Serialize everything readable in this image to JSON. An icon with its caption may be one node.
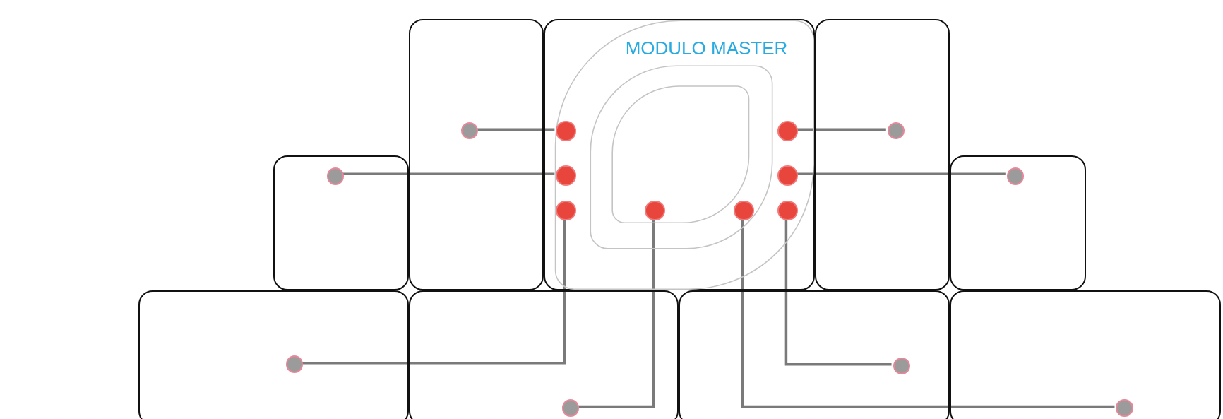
{
  "diagram": {
    "nodes": [
      {
        "text": [],
        "shape": "box"
      },
      {
        "text": [
          "MODULO MASTER"
        ]
      },
      {
        "text": [],
        "shape": "box"
      },
      {
        "text": [],
        "shape": "box"
      },
      {
        "text": [],
        "shape": "box"
      },
      {
        "text": [],
        "shape": "box"
      },
      {
        "text": [],
        "shape": "box"
      },
      {
        "text": [],
        "shape": "box"
      },
      {
        "text": [],
        "shape": "box"
      },
      {
        "text": [],
        "shape": "circle",
        "in": 1
      },
      {
        "text": [],
        "shape": "circle",
        "in": 1
      },
      {
        "text": [],
        "shape": "circle",
        "in": 1
      },
      {
        "text": [],
        "shape": "circle",
        "in": 1
      },
      {
        "text": [],
        "shape": "circle",
        "in": 1
      },
      {
        "text": [],
        "shape": "circle",
        "in": 1
      },
      {
        "text": [],
        "shape": "circle",
        "in": 1
      },
      {
        "text": [],
        "shape": "circle",
        "in": 1
      },
      {
        "text": [],
        "shape": "circle",
        "in": 0
      },
      {
        "text": [],
        "shape": "circle",
        "in": 3
      },
      {
        "text": [],
        "shape": "circle",
        "in": 5
      },
      {
        "text": [],
        "shape": "circle",
        "in": 6
      },
      {
        "text": [],
        "shape": "circle",
        "in": 2
      },
      {
        "text": [],
        "shape": "circle",
        "in": 4
      },
      {
        "text": [],
        "shape": "circle",
        "in": 7
      },
      {
        "text": [],
        "shape": "circle",
        "in": 8
      }
    ],
    "edges": [
      {
        "from": 9,
        "to": 17,
        "arrow": "none"
      },
      {
        "from": 10,
        "to": 18,
        "arrow": "none"
      },
      {
        "from": 11,
        "to": 19,
        "arrow": "none"
      },
      {
        "from": 12,
        "to": 20,
        "arrow": "none"
      },
      {
        "from": 13,
        "to": 24,
        "arrow": "none"
      },
      {
        "from": 14,
        "to": 21,
        "arrow": "none"
      },
      {
        "from": 15,
        "to": 22,
        "arrow": "none"
      },
      {
        "from": 16,
        "to": 23,
        "arrow": "none"
      }
    ]
  }
}
